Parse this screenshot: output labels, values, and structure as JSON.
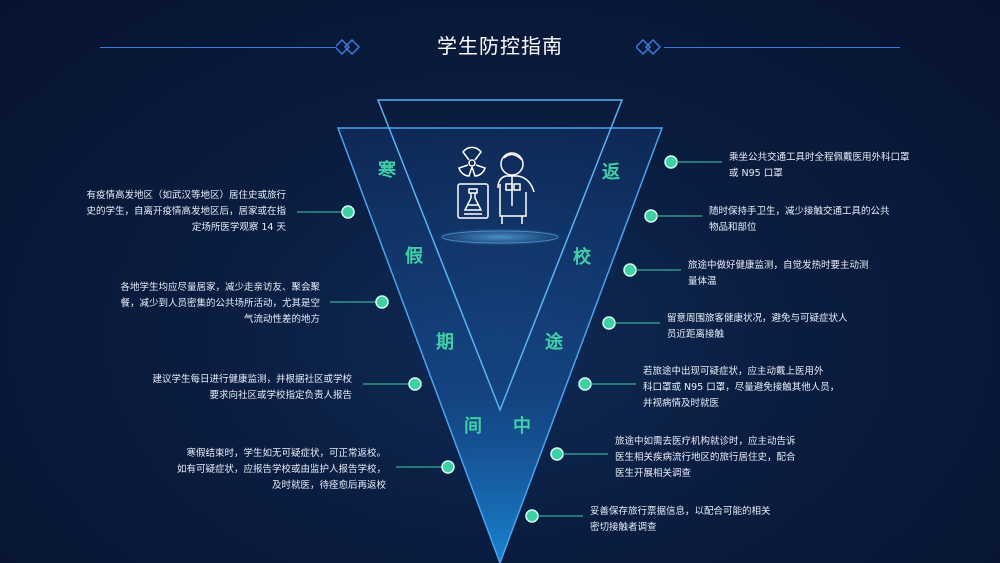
{
  "title": "学生防控指南",
  "colors": {
    "accent": "#3fd0a6",
    "line": "#3d7ad8",
    "background": "#0a1c3f"
  },
  "icons": [
    "biohazard-icon",
    "lab-flask-icon",
    "person-icon"
  ],
  "left_chars": [
    "寒",
    "假",
    "期",
    "间"
  ],
  "right_chars": [
    "返",
    "校",
    "途",
    "中"
  ],
  "left_items": [
    {
      "lines": [
        "有疫情高发地区（如武汉等地区）居住史或旅行",
        "史的学生，自离开疫情高发地区后，居家或在指",
        "定场所医学观察 14 天"
      ]
    },
    {
      "lines": [
        "各地学生均应尽量居家，减少走亲访友、聚会聚",
        "餐，减少到人员密集的公共场所活动，尤其是空",
        "气流动性差的地方"
      ]
    },
    {
      "lines": [
        "建议学生每日进行健康监测，并根据社区或学校",
        "要求向社区或学校指定负责人报告"
      ]
    },
    {
      "lines": [
        "寒假结束时，学生如无可疑症状，可正常返校。",
        "如有可疑症状，应报告学校或由监护人报告学校，",
        "及时就医，待痊愈后再返校"
      ]
    }
  ],
  "right_items": [
    {
      "lines": [
        "乘坐公共交通工具时全程佩戴医用外科口罩",
        "或 N95 口罩"
      ]
    },
    {
      "lines": [
        "随时保持手卫生，减少接触交通工具的公共",
        "物品和部位"
      ]
    },
    {
      "lines": [
        "旅途中做好健康监测，自觉发热时要主动测",
        "量体温"
      ]
    },
    {
      "lines": [
        "留意周围旅客健康状况，避免与可疑症状人",
        "员近距离接触"
      ]
    },
    {
      "lines": [
        "若旅途中出现可疑症状，应主动戴上医用外",
        "科口罩或 N95 口罩，尽量避免接触其他人员，",
        "并视病情及时就医"
      ]
    },
    {
      "lines": [
        "旅途中如需去医疗机构就诊时，应主动告诉",
        "医生相关疾病流行地区的旅行居住史，配合",
        "医生开展相关调查"
      ]
    },
    {
      "lines": [
        "妥善保存旅行票据信息，以配合可能的相关",
        "密切接触者调查"
      ]
    }
  ]
}
